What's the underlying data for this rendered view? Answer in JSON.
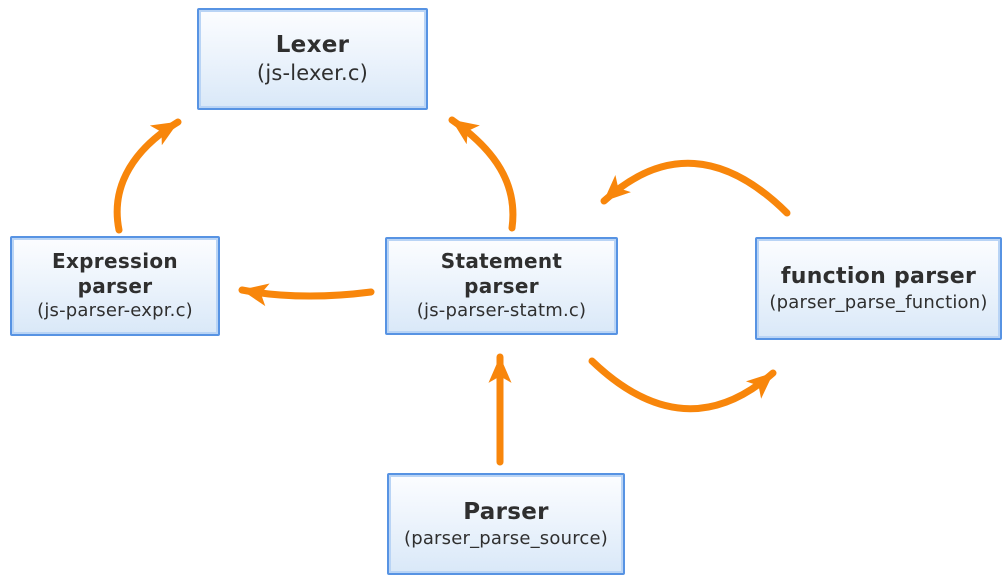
{
  "diagram": {
    "description": "Parser architecture diagram with five modules connected by orange arrows",
    "nodes": [
      {
        "id": "lexer",
        "title": "Lexer",
        "subtitle": "(js-lexer.c)"
      },
      {
        "id": "expression-parser",
        "title": "Expression\nparser",
        "subtitle": "(js-parser-expr.c)"
      },
      {
        "id": "statement-parser",
        "title": "Statement\nparser",
        "subtitle": "(js-parser-statm.c)"
      },
      {
        "id": "function-parser",
        "title": "function parser",
        "subtitle": "(parser_parse_function)"
      },
      {
        "id": "parser",
        "title": "Parser",
        "subtitle": "(parser_parse_source)"
      }
    ],
    "edges": [
      {
        "from": "Expression parser",
        "to": "Lexer",
        "shape": "curved"
      },
      {
        "from": "Statement parser",
        "to": "Lexer",
        "shape": "curved"
      },
      {
        "from": "Statement parser",
        "to": "Expression parser",
        "shape": "curved"
      },
      {
        "from": "function parser",
        "to": "Statement parser",
        "shape": "arc-over"
      },
      {
        "from": "Statement parser",
        "to": "function parser",
        "shape": "arc-under"
      },
      {
        "from": "Parser",
        "to": "Statement parser",
        "shape": "straight"
      }
    ],
    "colors": {
      "arrow": "#F8860B",
      "node_border": "#5793E3",
      "node_inner_highlight": "#B9D4F5",
      "node_fill_top": "#FCFDFF",
      "node_fill_bottom": "#D9E8F8",
      "text": "#2F2F2F",
      "background": "#FFFFFF"
    }
  }
}
